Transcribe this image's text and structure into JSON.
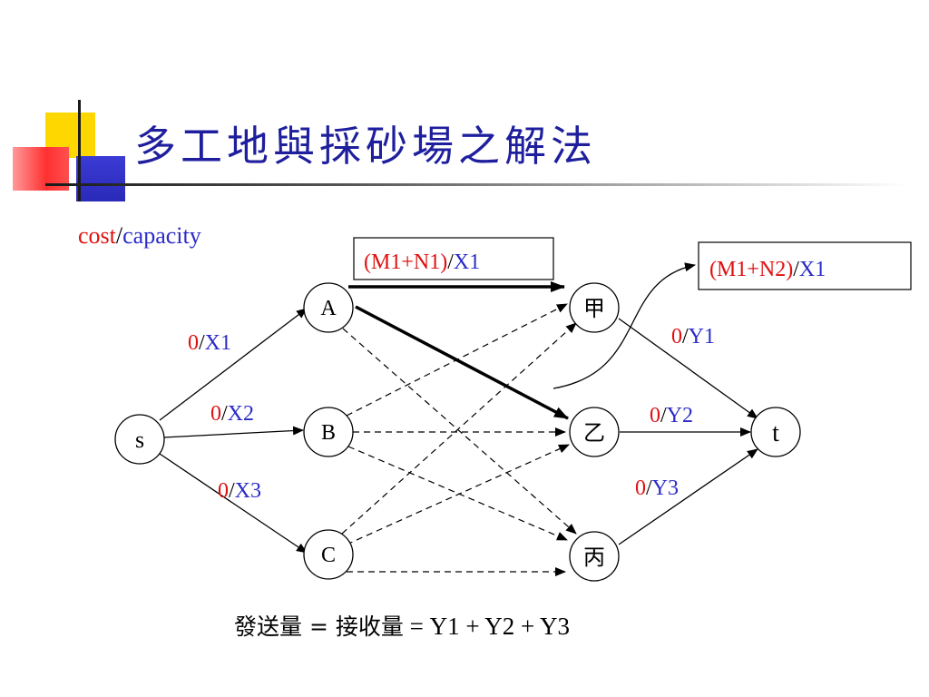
{
  "title": "多工地與採砂場之解法",
  "legend": {
    "cost": "cost",
    "slash": "/",
    "capacity": "capacity"
  },
  "nodes": {
    "s": "s",
    "A": "A",
    "B": "B",
    "C": "C",
    "jia": "甲",
    "yi": "乙",
    "bing": "丙",
    "t": "t"
  },
  "edge_labels": {
    "sA": {
      "cost": "0",
      "slash": "/",
      "cap": "X1"
    },
    "sB": {
      "cost": "0",
      "slash": "/",
      "cap": "X2"
    },
    "sC": {
      "cost": "0",
      "slash": "/",
      "cap": "X3"
    },
    "jia_t": {
      "cost": "0",
      "slash": "/",
      "cap": "Y1"
    },
    "yi_t": {
      "cost": "0",
      "slash": "/",
      "cap": "Y2"
    },
    "bing_t": {
      "cost": "0",
      "slash": "/",
      "cap": "Y3"
    }
  },
  "boxes": {
    "A_jia": {
      "cost": "(M1+N1)",
      "slash": "/",
      "cap": "X1"
    },
    "A_yi": {
      "cost": "(M1+N2)",
      "slash": "/",
      "cap": "X1"
    }
  },
  "equation": {
    "left": "發送量 = 接收量",
    "right": " = Y1 + Y2 + Y3"
  },
  "colors": {
    "title": "#1f1f9e",
    "cost": "#e01010",
    "capacity": "#2b2bc8"
  }
}
